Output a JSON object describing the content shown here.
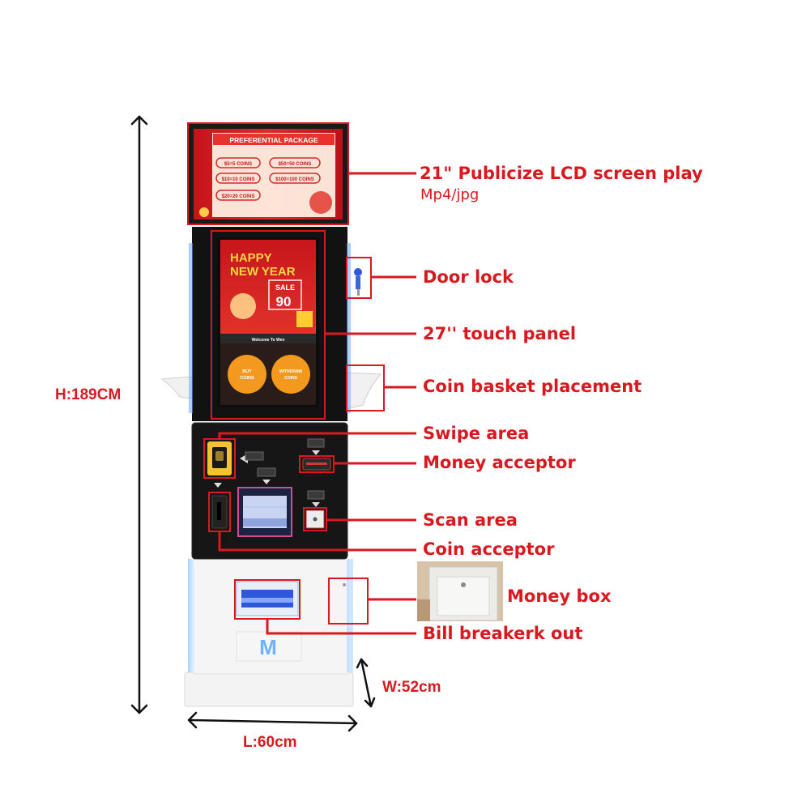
{
  "labels": {
    "lcd_screen": "21\" Publicize LCD screen play",
    "lcd_screen_sub": "Mp4/jpg",
    "door_lock": "Door lock",
    "touch_panel": "27'' touch panel",
    "coin_basket": "Coin basket placement",
    "swipe_area": "Swipe area",
    "money_acceptor": "Money acceptor",
    "scan_area": "Scan area",
    "coin_acceptor": "Coin acceptor",
    "money_box": "Money box",
    "bill_breaker": "Bill breakerk out"
  },
  "dimensions": {
    "height": "H:189CM",
    "width": "W:52cm",
    "length": "L:60cm"
  },
  "top_screen": {
    "title": "PREFERENTIAL PACKAGE",
    "packages": [
      "$5=5 COINS",
      "$50=50 COINS",
      "$10=10 COINS",
      "$100=100 COINS",
      "$20=20 COINS"
    ]
  },
  "touch_screen": {
    "headline_1": "HAPPY",
    "headline_2": "NEW YEAR",
    "sale_label": "SALE",
    "sale_value": "90",
    "welcome": "Welcome To Wen",
    "buy_button_1": "BUY",
    "buy_button_2": "COINS",
    "withdraw_button_1": "WITHDRAW",
    "withdraw_button_2": "COINS"
  },
  "brand_mark": "M",
  "colors": {
    "annotation": "#d81920",
    "cabinet_dark": "#151515",
    "cabinet_white": "#f2f2f2",
    "screen_red": "#c0161a",
    "button_orange": "#f39a1e"
  }
}
